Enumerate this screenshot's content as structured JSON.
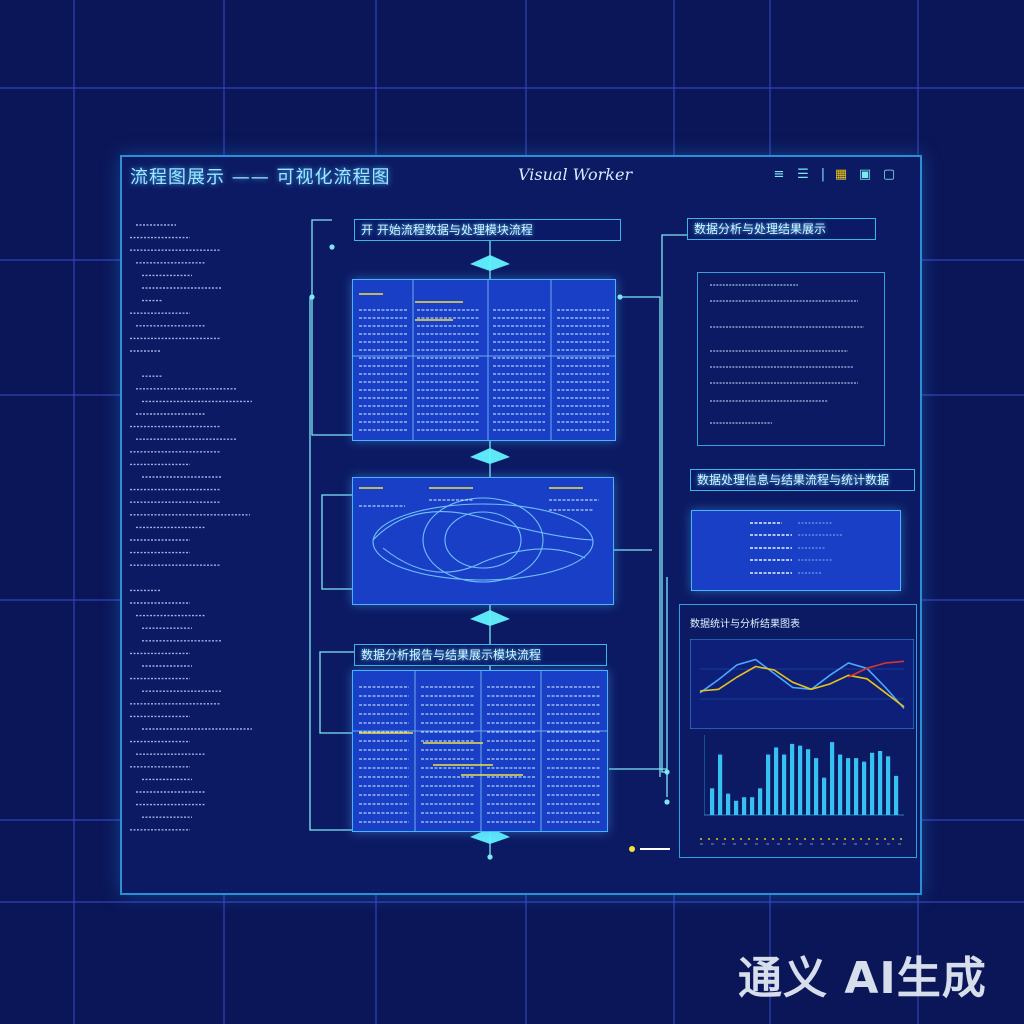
{
  "window": {
    "title": "流程图展示 —— 可视化流程图",
    "brand": "Visual Worker"
  },
  "toolbar": {
    "icons": [
      "menu-icon",
      "list-icon",
      "separator-icon",
      "grid-icon",
      "layout-icon",
      "window-icon"
    ]
  },
  "flow": {
    "top_label": "开  开始流程数据与处理模块流程",
    "bottom_label": "数据分析报告与结果展示模块流程"
  },
  "right": {
    "top_label": "数据分析与处理结果展示",
    "mid_label": "数据处理信息与结果流程与统计数据",
    "chart_title": "数据统计与分析结果图表"
  },
  "charts": {
    "line_chart": {
      "type": "line",
      "series": [
        {
          "color": "#4aa8ff",
          "values": [
            3.0,
            4.5,
            6.2,
            6.8,
            5.2,
            3.6,
            3.4,
            5.0,
            6.4,
            5.8,
            3.6,
            1.2
          ]
        },
        {
          "color": "#e8c21a",
          "values": [
            3.2,
            3.4,
            4.8,
            6.0,
            5.6,
            4.2,
            3.4,
            4.0,
            5.0,
            4.6,
            3.0,
            1.4
          ]
        },
        {
          "color": "#e0322a",
          "values": [
            null,
            null,
            null,
            null,
            null,
            null,
            null,
            null,
            4.8,
            5.8,
            6.4,
            6.6
          ]
        }
      ]
    },
    "bar_chart": {
      "type": "bar",
      "values": [
        3.0,
        6.8,
        2.4,
        1.6,
        2.0,
        2.0,
        3.0,
        6.8,
        7.6,
        6.8,
        8.0,
        7.8,
        7.4,
        6.4,
        4.2,
        8.2,
        6.8,
        6.4,
        6.4,
        6.0,
        7.0,
        7.2,
        6.6,
        4.4
      ]
    }
  },
  "colors": {
    "background": "#0b1658",
    "panel": "#0c1a63",
    "flowbox": "#1a3fc7",
    "accent": "#49b3ff",
    "connector": "#7ee7f5"
  }
}
